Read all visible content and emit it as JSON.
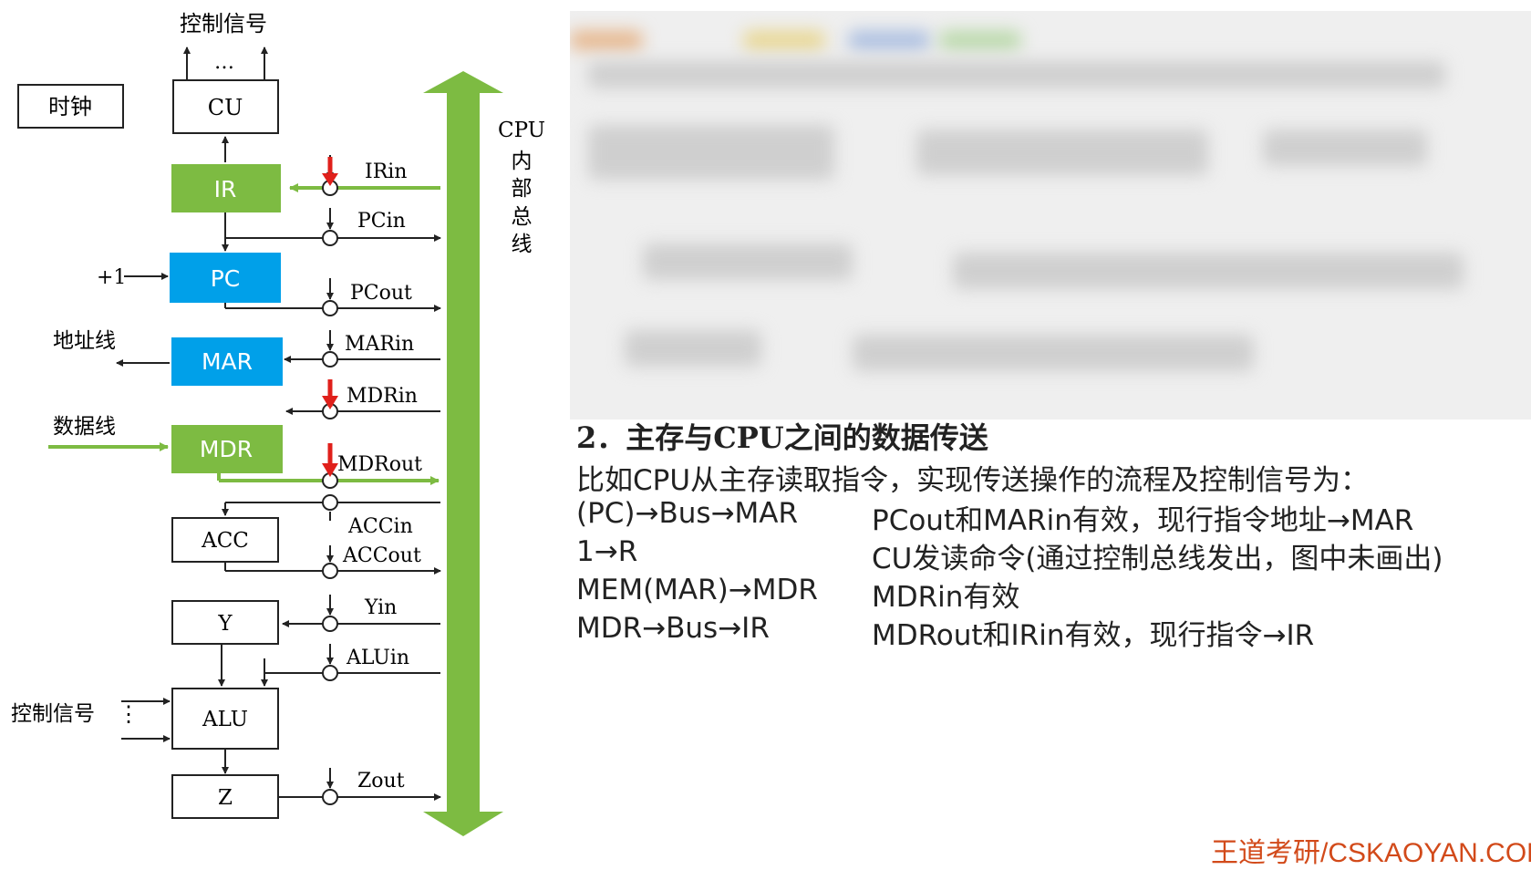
{
  "diagram": {
    "top_control": "控制信号",
    "top_dots": "…",
    "clock": "时钟",
    "cu": "CU",
    "ir": "IR",
    "pc": "PC",
    "mar": "MAR",
    "mdr": "MDR",
    "acc": "ACC",
    "y": "Y",
    "alu": "ALU",
    "z": "Z",
    "plus_one": "+1",
    "addr_line": "地址线",
    "data_line": "数据线",
    "left_control": "控制信号",
    "left_dots": "⋮",
    "bus_label": [
      "CPU",
      "内",
      "部",
      "总",
      "线"
    ],
    "signals": {
      "irin": "IRin",
      "pcin": "PCin",
      "pcout": "PCout",
      "marin": "MARin",
      "mdrin": "MDRin",
      "mdrout": "MDRout",
      "accin": "ACCin",
      "accout": "ACCout",
      "yin": "Yin",
      "aluin": "ALUin",
      "zout": "Zout"
    },
    "colors": {
      "green": "#7dbb42",
      "blue": "#00a0e9",
      "red": "#e0201b"
    }
  },
  "text": {
    "heading": "2．主存与CPU之间的数据传送",
    "intro": "比如CPU从主存读取指令，实现传送操作的流程及控制信号为：",
    "rows": [
      {
        "step": "(PC)→Bus→MAR",
        "desc": "PCout和MARin有效，现行指令地址→MAR"
      },
      {
        "step": "1→R",
        "desc": "CU发读命令(通过控制总线发出，图中未画出)"
      },
      {
        "step": "MEM(MAR)→MDR",
        "desc": "MDRin有效"
      },
      {
        "step": "MDR→Bus→IR",
        "desc": "MDRout和IRin有效，现行指令→IR"
      }
    ]
  },
  "footer": "王道考研/CSKAOYAN.COM"
}
